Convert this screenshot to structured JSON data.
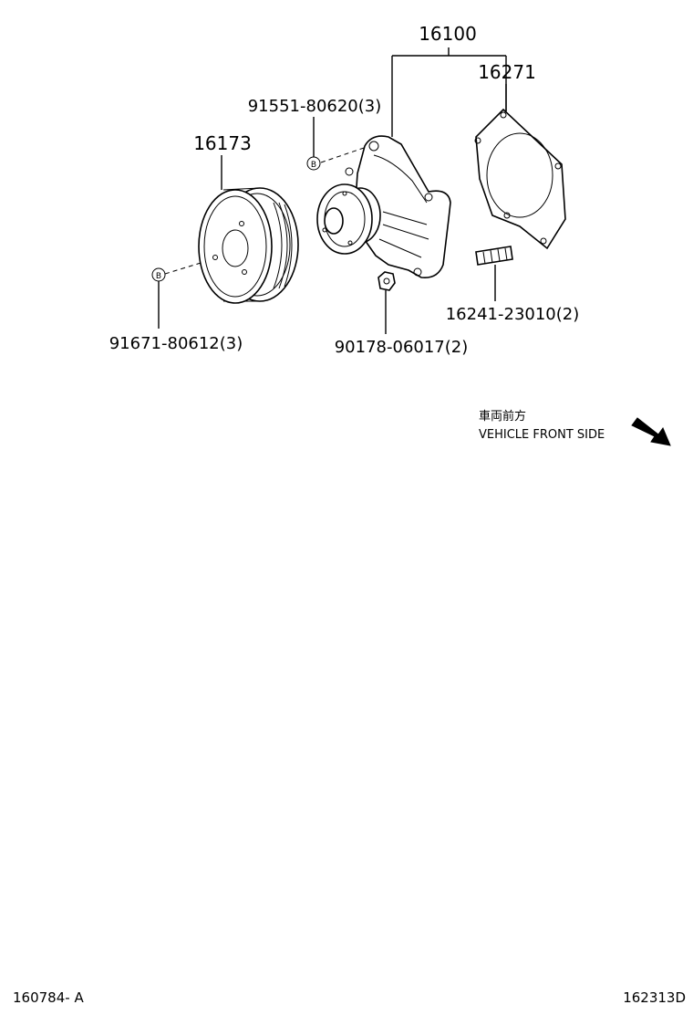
{
  "diagram": {
    "parts": {
      "water_pump_assy": "16100",
      "gasket": "16271",
      "bolt_pump": "91551-80620(3)",
      "pulley": "16173",
      "bolt_pulley": "91671-80612(3)",
      "nut": "90178-06017(2)",
      "stud": "16241-23010(2)"
    },
    "bolt_marker": "B",
    "direction_note": {
      "japanese": "車両前方",
      "english": "VEHICLE FRONT SIDE"
    },
    "footer": {
      "left_code": "160784- A",
      "right_code": "162313D"
    }
  }
}
